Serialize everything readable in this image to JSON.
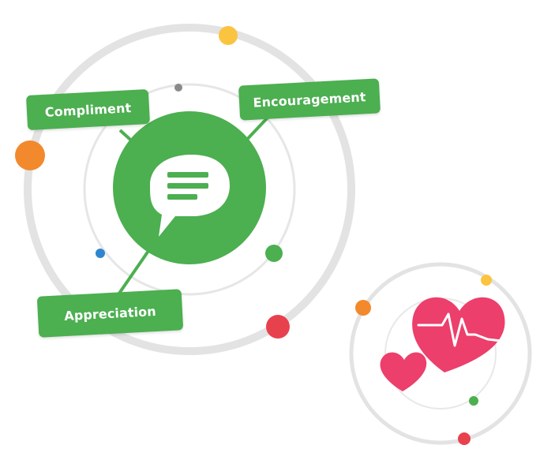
{
  "labels": {
    "compliment": "Compliment",
    "encouragement": "Encouragement",
    "appreciation": "Appreciation"
  },
  "icons": {
    "center": "chat-bubble-icon",
    "hearts": "heartbeat-hearts-icon"
  },
  "colors": {
    "green": "#4caf50",
    "ring": "#e3e3e3",
    "orange": "#f2892d",
    "yellow": "#fbc440",
    "red": "#e8414e",
    "blue": "#2f86cf",
    "grey_dot": "#8a8a8a",
    "heart": "#ec3f6c"
  }
}
